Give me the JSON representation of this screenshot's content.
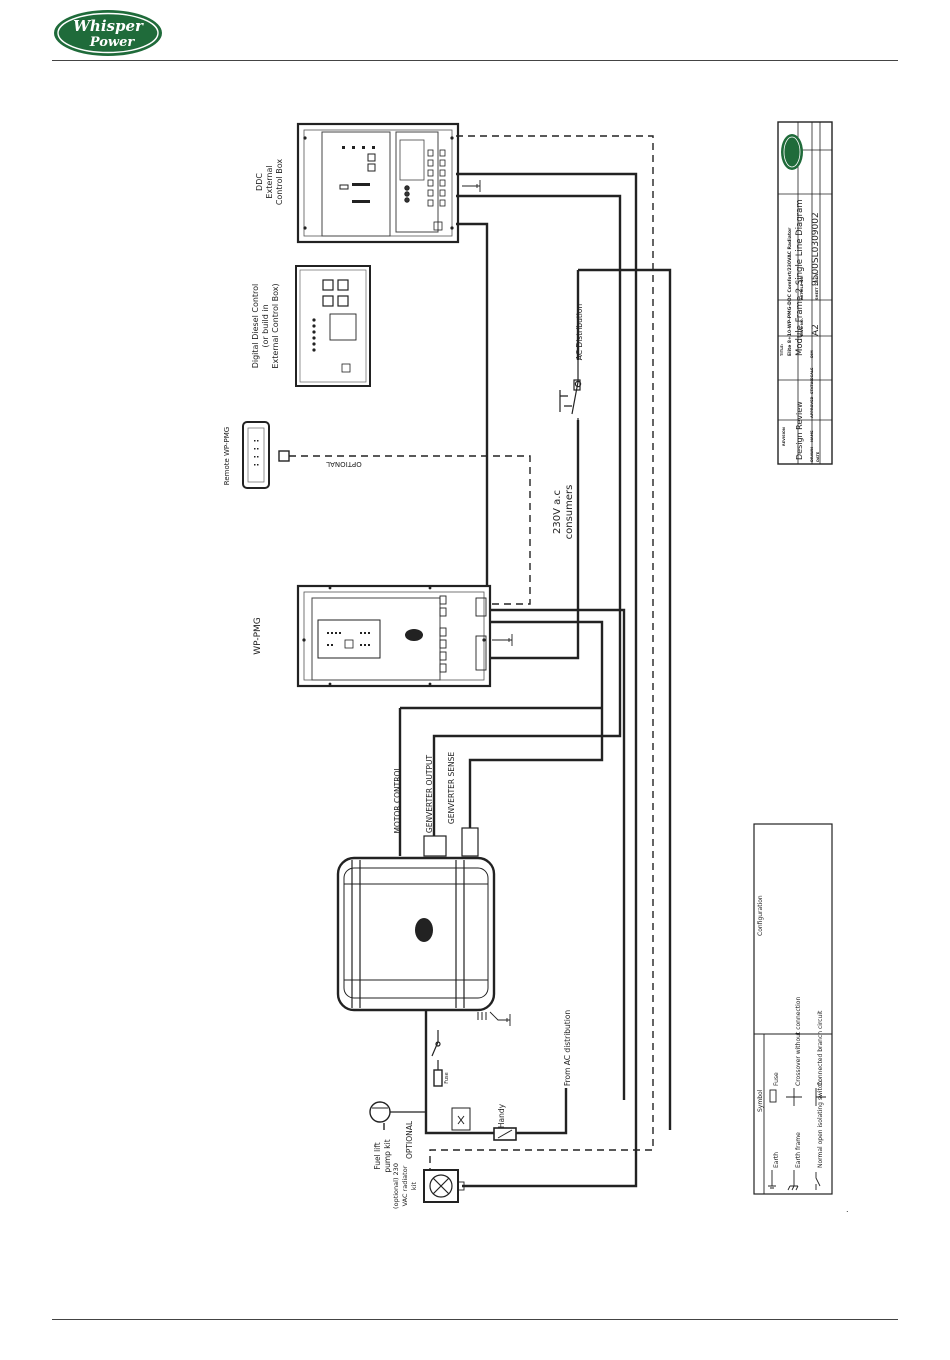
{
  "brand": {
    "logo_line1": "Whisper",
    "logo_line2": "Power",
    "color": "#1f6b3a"
  },
  "labels": {
    "ddc": [
      "DDC",
      "External",
      "Control Box"
    ],
    "digital_diesel": [
      "Digital Diesel Control",
      "(or build in",
      "External Control Box)"
    ],
    "remote_wpmg": "Remote WP-PMG",
    "optional_remote": "OPTIONAL",
    "wp_pmg": "WP-PMG",
    "ac_distribution": "AC Distribution",
    "consumers": [
      "230V a.c",
      "consumers"
    ],
    "motor_control": "MOTOR CONTROL",
    "genverter_output": "GENVERTER OUTPUT",
    "genverter_sense": "GENVERTER SENSE",
    "from_ac_distribution": "From AC distribution",
    "handy": "Handy",
    "fuse": "Fuse",
    "fuel_lift": [
      "Fuel lift",
      "pump kit"
    ],
    "optional_fuel": "OPTIONAL",
    "radiator": [
      "(optional) 230",
      "VAC radiator",
      "kit"
    ]
  },
  "title_block": {
    "design_review": "Design Review",
    "module": "Module Frame 2 Single Line Diagram",
    "title_small": "Elite 8+10-WP-PMG-DDC Comfort/230VAC Radiator",
    "article_no": "9500SL0309002",
    "size": "A2",
    "sheet": "SHEET 1 OF 1",
    "fields": {
      "title": "TITLE:",
      "revision": "REVISION",
      "drawn": "DRAWN",
      "date": "DATE",
      "name": "NAME",
      "dim": "DIM",
      "scale": "SCALE",
      "article": "ARTICLE NO.",
      "drawing_no": "DWG NO.",
      "approved": "APPROVED",
      "status": "STATUS"
    }
  },
  "legend": {
    "symbol_header": "Symbol",
    "config_header": "Configuration",
    "items": [
      "Earth",
      "Earth frame",
      "Normal open isolating switch",
      "Fuse",
      "Crossover without connection",
      "Connected branch circuit"
    ]
  },
  "footer_mark": "."
}
